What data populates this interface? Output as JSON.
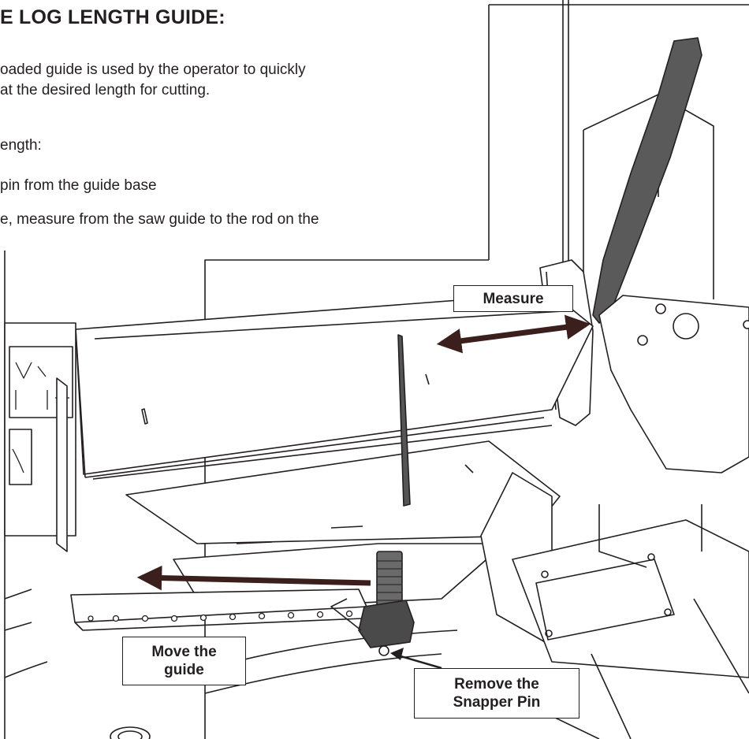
{
  "heading": "E LOG LENGTH GUIDE:",
  "paragraphs": [
    "oaded guide is used by the operator to quickly",
    "at the desired length for cutting.",
    "ength:",
    " pin from the guide base",
    "e, measure from the saw guide to the rod on the"
  ],
  "callouts": {
    "measure": "Measure",
    "move_guide_line1": "Move the",
    "move_guide_line2": "guide",
    "remove_pin_line1": "Remove the",
    "remove_pin_line2": "Snapper Pin"
  },
  "colors": {
    "arrow": "#3b1f1c",
    "ink": "#231f20",
    "rod": "#555555",
    "lever": "#5a5a5a"
  }
}
